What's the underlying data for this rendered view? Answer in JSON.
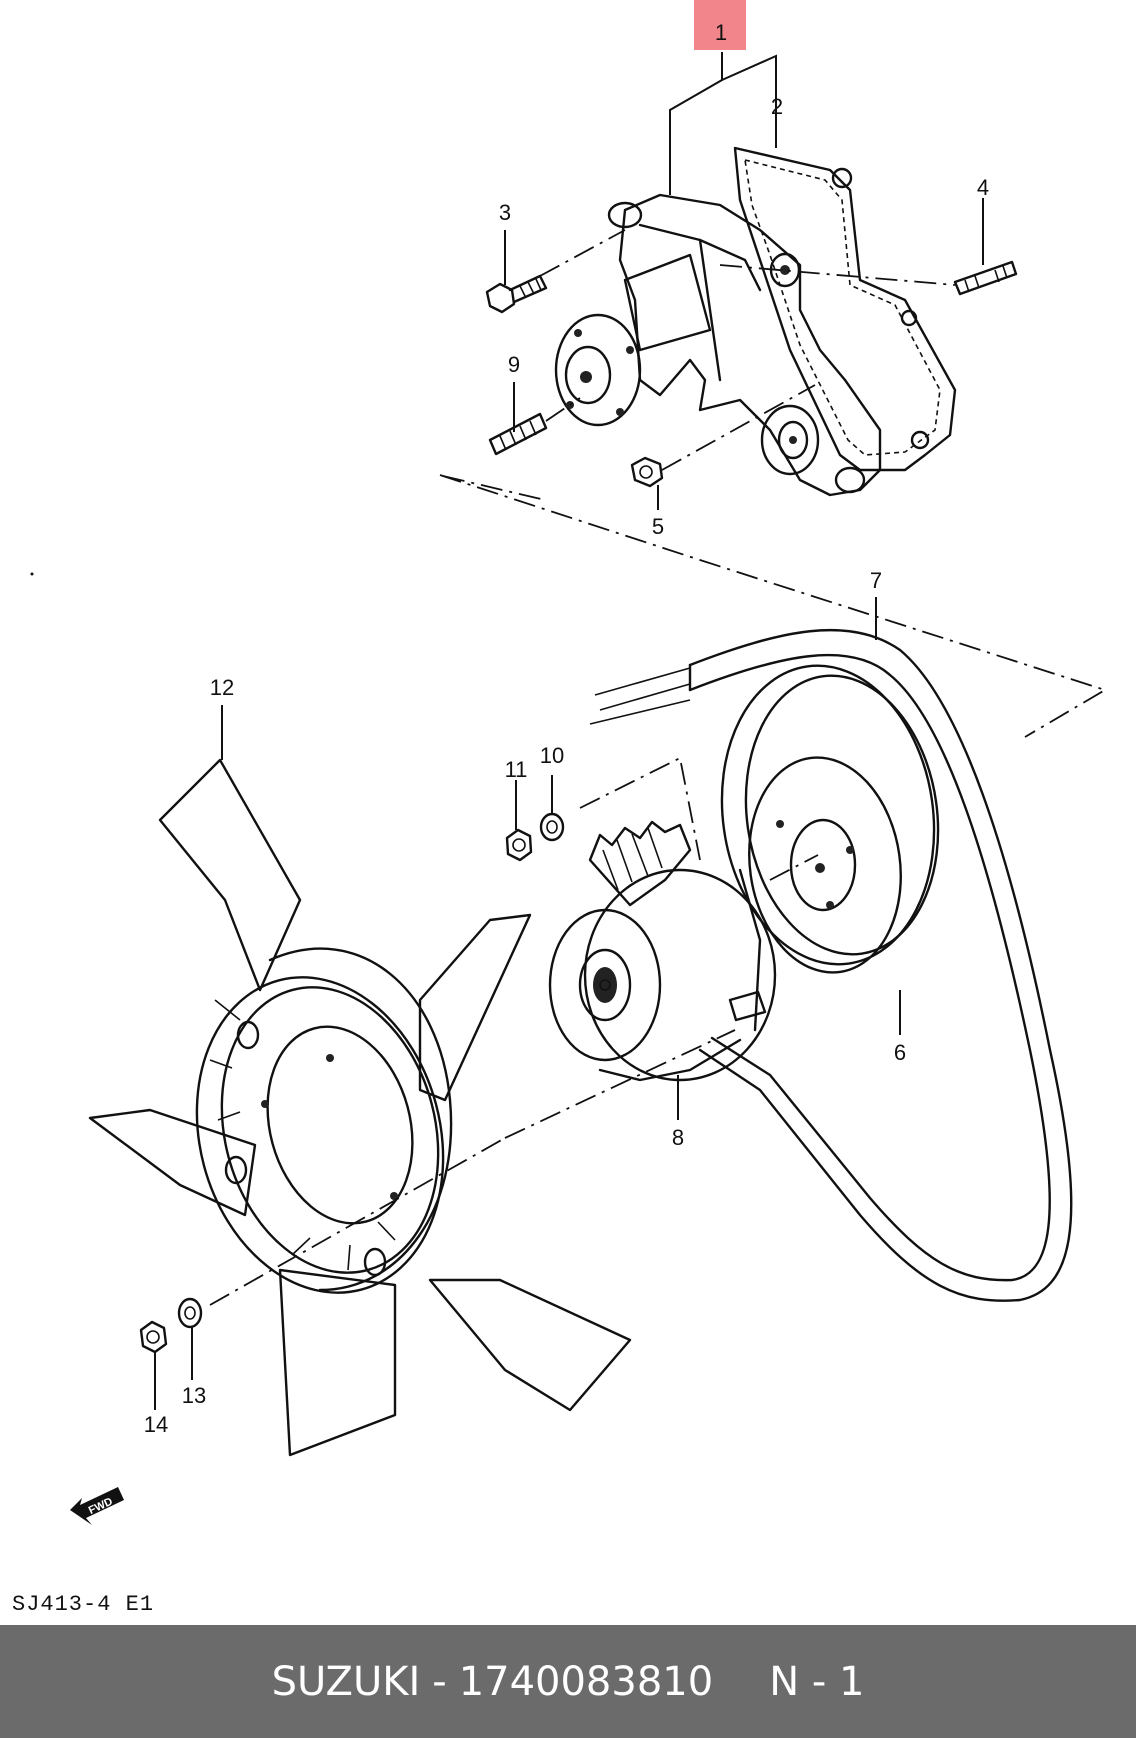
{
  "diagram": {
    "callouts": [
      "1",
      "2",
      "3",
      "4",
      "5",
      "6",
      "7",
      "8",
      "9",
      "10",
      "11",
      "12",
      "13",
      "14"
    ],
    "highlighted_callout": "1",
    "highlight_color": "#f2848c",
    "drawing_code": "SJ413-4 E1",
    "fwd_label": "FWD"
  },
  "footer": {
    "brand": "SUZUKI",
    "separator": "-",
    "part_number": "1740083810",
    "position": "N - 1",
    "background": "#6b6b6b"
  }
}
